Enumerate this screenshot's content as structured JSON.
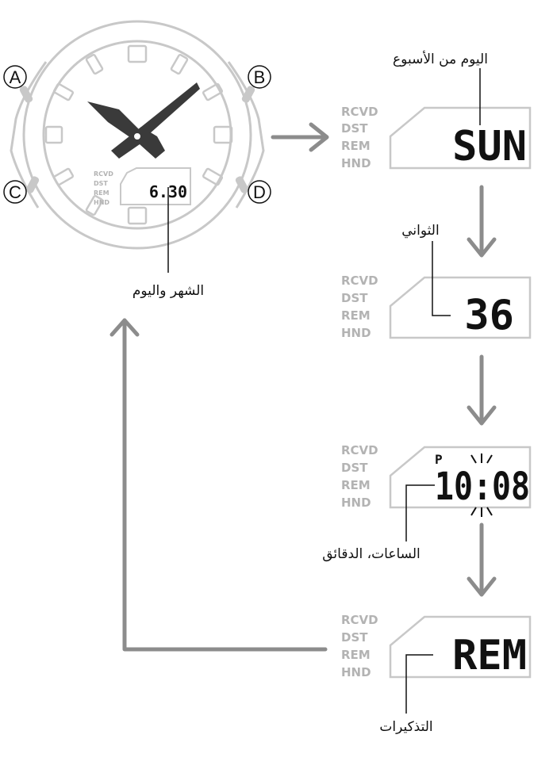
{
  "watch": {
    "buttons": [
      "A",
      "B",
      "C",
      "D"
    ],
    "indicators": [
      "RCVD",
      "DST",
      "REM",
      "HND"
    ],
    "display_value": "6.30"
  },
  "panels": [
    {
      "indicators": [
        "RCVD",
        "DST",
        "REM",
        "HND"
      ],
      "value": "SUN",
      "label": "اليوم من الأسبوع"
    },
    {
      "indicators": [
        "RCVD",
        "DST",
        "REM",
        "HND"
      ],
      "value": "36",
      "label": "الثواني"
    },
    {
      "indicators": [
        "RCVD",
        "DST",
        "REM",
        "HND"
      ],
      "pm_marker": "P",
      "value": "10:08",
      "label": "الساعات، الدقائق"
    },
    {
      "indicators": [
        "RCVD",
        "DST",
        "REM",
        "HND"
      ],
      "value": "REM",
      "label": "التذكيرات"
    }
  ],
  "labels": {
    "month_day": "الشهر واليوم"
  },
  "colors": {
    "outline": "#c8c8c8",
    "arrow": "#8c8c8c",
    "indicator_text": "#b3b3b3",
    "hands": "#3a3a3a",
    "lcd_text": "#111111"
  }
}
